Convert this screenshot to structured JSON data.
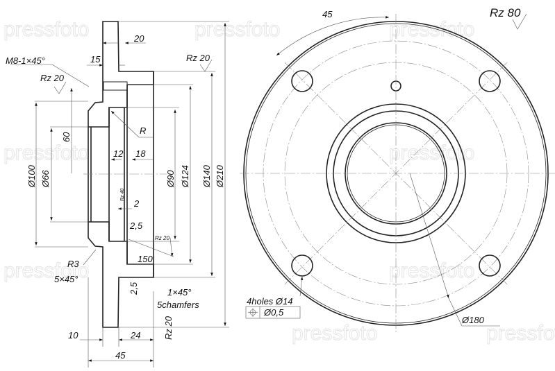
{
  "section_view": {
    "labels": {
      "thread": "M8-1×45°",
      "rz20_a": "Rz 20",
      "rz20_b": "Rz 20",
      "rz20_small": "Rz 20",
      "rz20_bottom": "Rz 20",
      "rz40": "Rz 40",
      "radius": "R",
      "r3": "R3",
      "chamfer5": "5×45°",
      "chamfer1": "1×45°",
      "chamfers_count": "5chamfers"
    },
    "dimensions": {
      "d15": "15",
      "d20": "20",
      "d60": "60",
      "d12": "12",
      "d18": "18",
      "d2": "2",
      "d2_5_a": "2,5",
      "d2_5_b": "2,5",
      "d150": "150",
      "d10": "10",
      "d24": "24",
      "d45": "45",
      "dia100": "Ø100",
      "dia66": "Ø66",
      "dia90": "Ø90",
      "dia124": "Ø124",
      "dia140": "Ø140",
      "dia210": "Ø210"
    }
  },
  "front_view": {
    "angle": "45",
    "roughness": "Rz 80",
    "holes_note": "4holes Ø14",
    "position_tolerance": "Ø0,5",
    "pcd": "Ø180"
  },
  "watermark": "pressfoto"
}
